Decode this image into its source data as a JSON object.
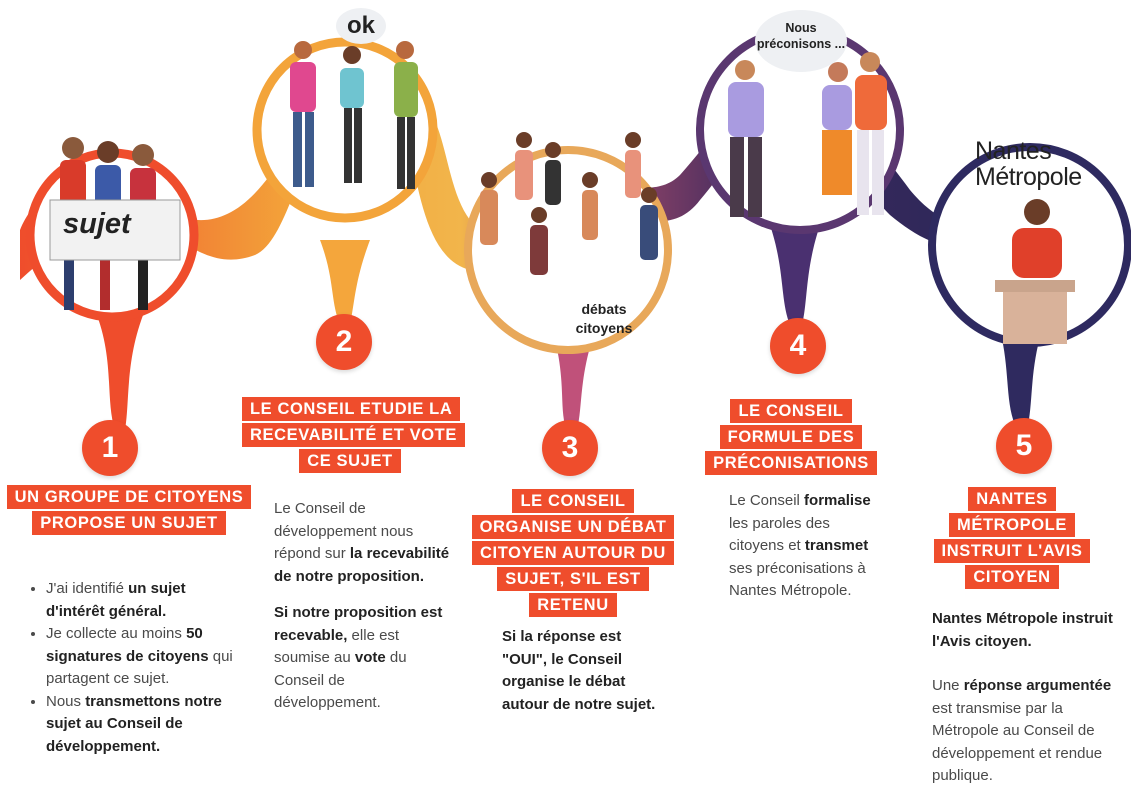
{
  "accent_color": "#ef4d2c",
  "steps": [
    {
      "number": "1",
      "title": "UN GROUPE DE CITOYENS PROPOSE UN SUJET",
      "illustration_label": "sujet",
      "bullets": [
        [
          "J'ai identifié ",
          "un sujet d'intérêt général."
        ],
        [
          "Je collecte au moins ",
          "50 signatures de citoyens",
          " qui partagent ce sujet."
        ],
        [
          "Nous ",
          "transmettons notre sujet au Conseil de développement."
        ]
      ]
    },
    {
      "number": "2",
      "title": "LE CONSEIL ETUDIE LA RECEVABILITÉ ET VOTE CE SUJET",
      "illustration_label": "ok",
      "para1": [
        "Le Conseil de développement nous répond sur ",
        "la recevabilité de notre proposition."
      ],
      "para2": [
        "Si notre proposition est recevable,",
        " elle est soumise au ",
        "vote",
        " du Conseil de développement."
      ]
    },
    {
      "number": "3",
      "title": "LE CONSEIL ORGANISE UN DÉBAT CITOYEN AUTOUR DU SUJET, S'IL EST RETENU",
      "illustration_label": "débats citoyens",
      "para1": "Si la réponse est \"OUI\", le Conseil organise le débat autour de notre sujet."
    },
    {
      "number": "4",
      "title": "LE CONSEIL FORMULE DES PRÉCONISATIONS",
      "illustration_label": "Nous préconisons ...",
      "para1": [
        "Le Conseil ",
        "formalise",
        " les paroles des citoyens et ",
        "transmet",
        " ses préconisations à Nantes Métropole."
      ]
    },
    {
      "number": "5",
      "title": "NANTES MÉTROPOLE INSTRUIT L'AVIS CITOYEN",
      "logo": [
        "Nantes",
        "Métropole"
      ],
      "para1": "Nantes Métropole instruit l'Avis citoyen.",
      "para2": [
        "Une ",
        "réponse argumentée",
        " est transmise par la Métropole au Conseil de développement et rendue publique."
      ]
    }
  ]
}
